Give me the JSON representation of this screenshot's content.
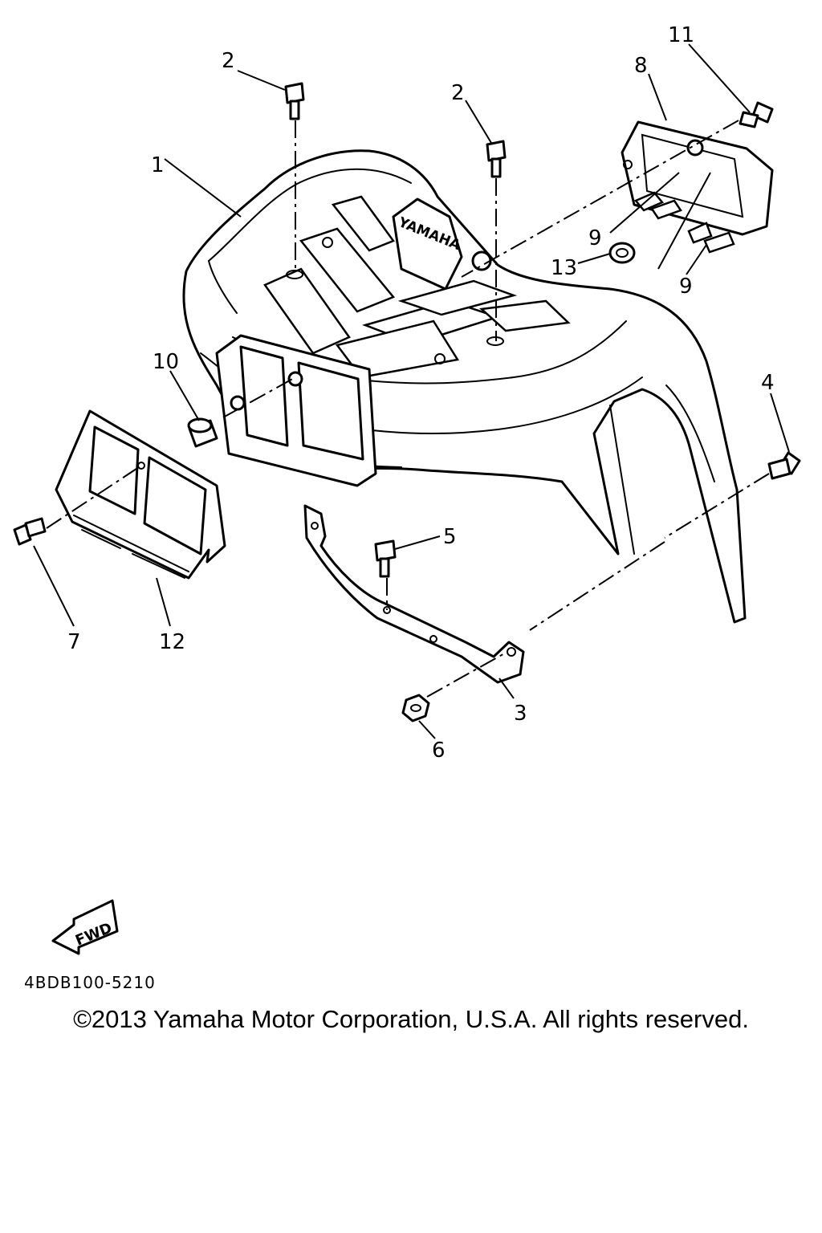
{
  "diagram": {
    "callouts": [
      {
        "id": "c1",
        "text": "1"
      },
      {
        "id": "c2a",
        "text": "2"
      },
      {
        "id": "c2b",
        "text": "2"
      },
      {
        "id": "c3",
        "text": "3"
      },
      {
        "id": "c4",
        "text": "4"
      },
      {
        "id": "c5",
        "text": "5"
      },
      {
        "id": "c6",
        "text": "6"
      },
      {
        "id": "c7",
        "text": "7"
      },
      {
        "id": "c8",
        "text": "8"
      },
      {
        "id": "c9a",
        "text": "9"
      },
      {
        "id": "c9b",
        "text": "9"
      },
      {
        "id": "c10",
        "text": "10"
      },
      {
        "id": "c11",
        "text": "11"
      },
      {
        "id": "c12",
        "text": "12"
      },
      {
        "id": "c13",
        "text": "13"
      }
    ],
    "fender_emblem": "YAMAHA",
    "direction_badge": "FWD"
  },
  "footer": {
    "catalog_code": "4BDB100-5210",
    "copyright": "©2013 Yamaha Motor Corporation, U.S.A. All rights reserved."
  }
}
